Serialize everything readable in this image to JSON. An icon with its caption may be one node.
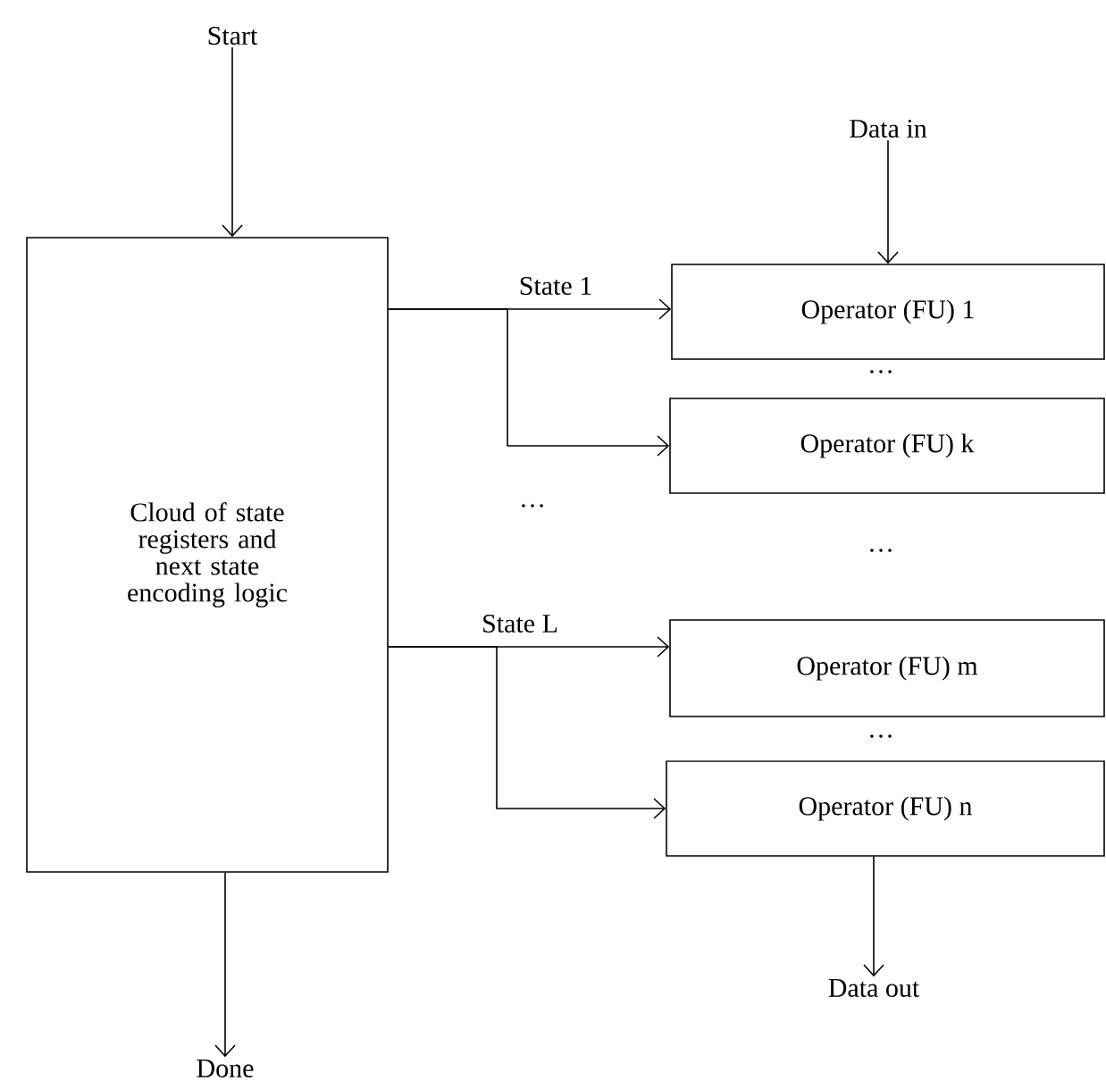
{
  "diagram": {
    "nodes": [
      {
        "text": [
          "Start"
        ]
      },
      {
        "text": [
          "Cloud of state registers and next state encoding logic"
        ]
      },
      {
        "text": [
          "Data in"
        ]
      },
      {
        "text": [
          "Operator (FU) 1"
        ]
      },
      {
        "text": [
          "Operator (FU) k"
        ]
      },
      {
        "text": [
          "Operator (FU) m"
        ]
      },
      {
        "text": [
          "Operator (FU) n"
        ]
      },
      {
        "text": [
          "Data out"
        ]
      },
      {
        "text": [
          "Done"
        ]
      }
    ],
    "edges": [
      {
        "from": 0,
        "to": 1,
        "arrow": "to"
      },
      {
        "from": 2,
        "to": 3,
        "arrow": "to"
      },
      {
        "from": 1,
        "to": 3,
        "arrow": "to",
        "label": "State 1"
      },
      {
        "from": 1,
        "to": 4,
        "arrow": "to"
      },
      {
        "from": 1,
        "to": 5,
        "arrow": "to",
        "label": "State L"
      },
      {
        "from": 1,
        "to": 6,
        "arrow": "to"
      },
      {
        "from": 6,
        "to": 7,
        "arrow": "to"
      },
      {
        "from": 1,
        "to": 8,
        "arrow": "to"
      }
    ],
    "labels": [
      "…",
      "…",
      "…",
      "…"
    ]
  }
}
